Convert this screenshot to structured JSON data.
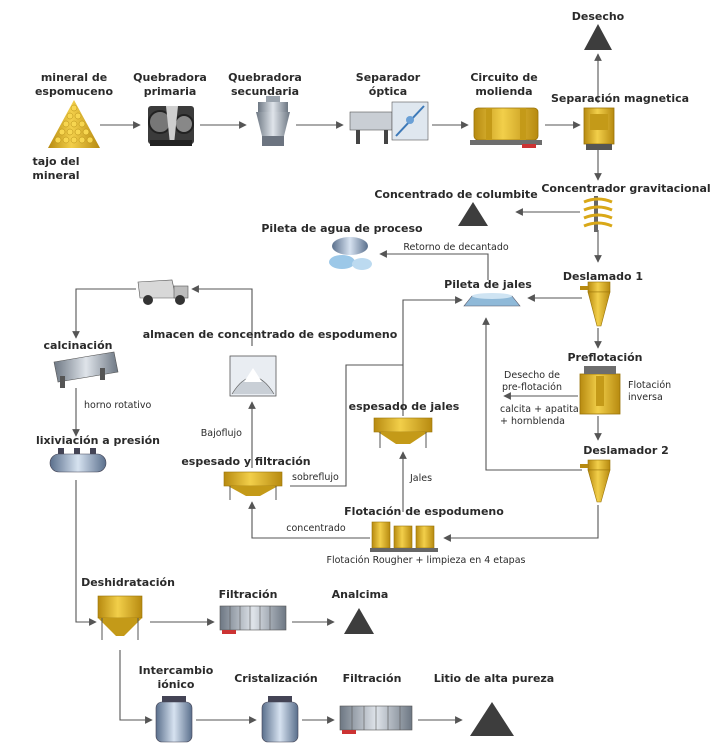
{
  "nodes": {
    "desecho": "Desecho",
    "mineral_1": "mineral de",
    "mineral_2": "espomuceno",
    "tajo_1": "tajo del",
    "tajo_2": "mineral",
    "quebradora_primaria_1": "Quebradora",
    "quebradora_primaria_2": "primaria",
    "quebradora_secundaria_1": "Quebradora",
    "quebradora_secundaria_2": "secundaria",
    "separador_1": "Separador",
    "separador_2": "óptica",
    "circuito_1": "Circuito de",
    "circuito_2": "molienda",
    "separacion_magnetica": "Separación magnetica",
    "concentrador_gravitacional": "Concentrador gravitacional",
    "concentrado_columbite": "Concentrado de columbite",
    "pileta_agua": "Pileta de agua de proceso",
    "retorno": "Retorno de decantado",
    "deslamado_1": "Deslamado 1",
    "pileta_jales": "Pileta de jales",
    "preflotacion": "Preflotación",
    "desecho_pre_1": "Desecho de",
    "desecho_pre_2": "pre-flotación",
    "flotacion_inversa_1": "Flotación",
    "flotacion_inversa_2": "inversa",
    "calcita_1": "calcita + apatita",
    "calcita_2": "+ hornblenda",
    "deslamador_2": "Deslamador 2",
    "almacen": "almacen de concentrado de espodumeno",
    "calcinacion": "calcinación",
    "horno": "horno rotativo",
    "lixiviacion": "lixiviación a presión",
    "bajoflujo": "Bajoflujo",
    "espesado_jales": "espesado de jales",
    "espesado_filtracion": "espesado y filtración",
    "sobreflujo": "sobreflujo",
    "jales": "Jales",
    "flotacion_espodumeno": "Flotación de espodumeno",
    "concentrado": "concentrado",
    "flotacion_rougher": "Flotación Rougher + limpieza en 4 etapas",
    "deshidratacion": "Deshidratación",
    "filtracion_1": "Filtración",
    "analcima": "Analcima",
    "intercambio_1": "Intercambio",
    "intercambio_2": "iónico",
    "cristalizacion": "Cristalización",
    "filtracion_2": "Filtración",
    "litio": "Litio de alta pureza"
  },
  "colors": {
    "arrow": "#555555",
    "gold": "#e0b21e",
    "gold_dark": "#b78a10",
    "grey_dark": "#3d3d3d",
    "steel": "#8c96a3",
    "water": "#7fbde3"
  }
}
